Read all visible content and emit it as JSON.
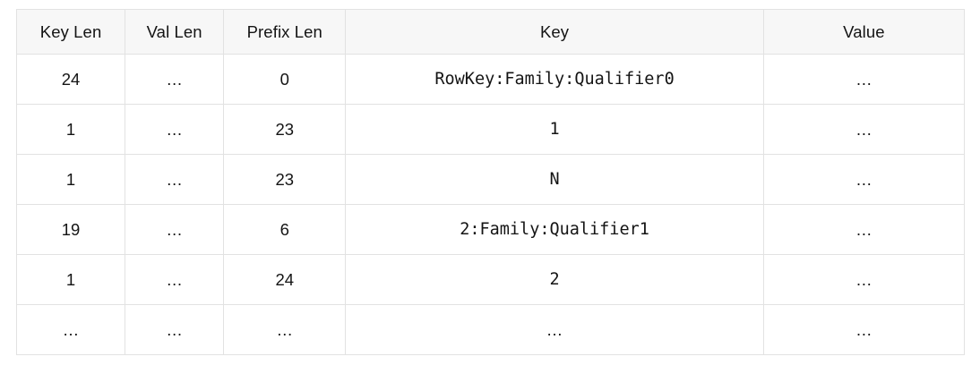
{
  "table": {
    "columns": [
      {
        "key": "key_len",
        "label": "Key Len"
      },
      {
        "key": "val_len",
        "label": "Val Len"
      },
      {
        "key": "prefix_len",
        "label": "Prefix Len"
      },
      {
        "key": "key",
        "label": "Key"
      },
      {
        "key": "value",
        "label": "Value"
      }
    ],
    "rows": [
      {
        "key_len": "24",
        "val_len": "…",
        "prefix_len": "0",
        "key": "RowKey:Family:Qualifier0",
        "value": "…"
      },
      {
        "key_len": "1",
        "val_len": "…",
        "prefix_len": "23",
        "key": "1",
        "value": "…"
      },
      {
        "key_len": "1",
        "val_len": "…",
        "prefix_len": "23",
        "key": "N",
        "value": "…"
      },
      {
        "key_len": "19",
        "val_len": "…",
        "prefix_len": "6",
        "key": "2:Family:Qualifier1",
        "value": "…"
      },
      {
        "key_len": "1",
        "val_len": "…",
        "prefix_len": "24",
        "key": "2",
        "value": "…"
      },
      {
        "key_len": "…",
        "val_len": "…",
        "prefix_len": "…",
        "key": "…",
        "value": "…"
      }
    ]
  },
  "colors": {
    "header_background": "#f7f7f7",
    "border": "#e2e2e2",
    "text": "#141414",
    "page_background": "#ffffff"
  }
}
